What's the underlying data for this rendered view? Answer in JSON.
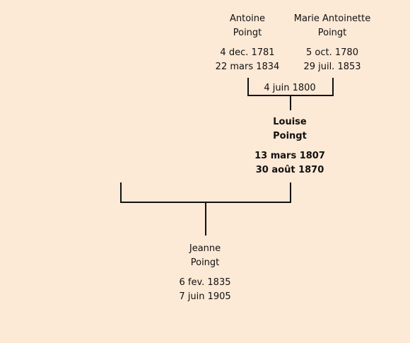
{
  "father": {
    "first_name": "Antoine",
    "last_name": "Poingt",
    "birth": "4 dec. 1781",
    "death": "22 mars 1834"
  },
  "mother": {
    "first_name": "Marie Antoinette",
    "last_name": "Poingt",
    "birth": "5 oct. 1780",
    "death": "29 juil. 1853"
  },
  "parents_marriage": "4 juin 1800",
  "subject": {
    "first_name": "Louise",
    "last_name": "Poingt",
    "birth": "13 mars 1807",
    "death": "30 août 1870"
  },
  "child": {
    "first_name": "Jeanne",
    "last_name": "Poingt",
    "birth": "6 fev. 1835",
    "death": "7 juin 1905"
  }
}
